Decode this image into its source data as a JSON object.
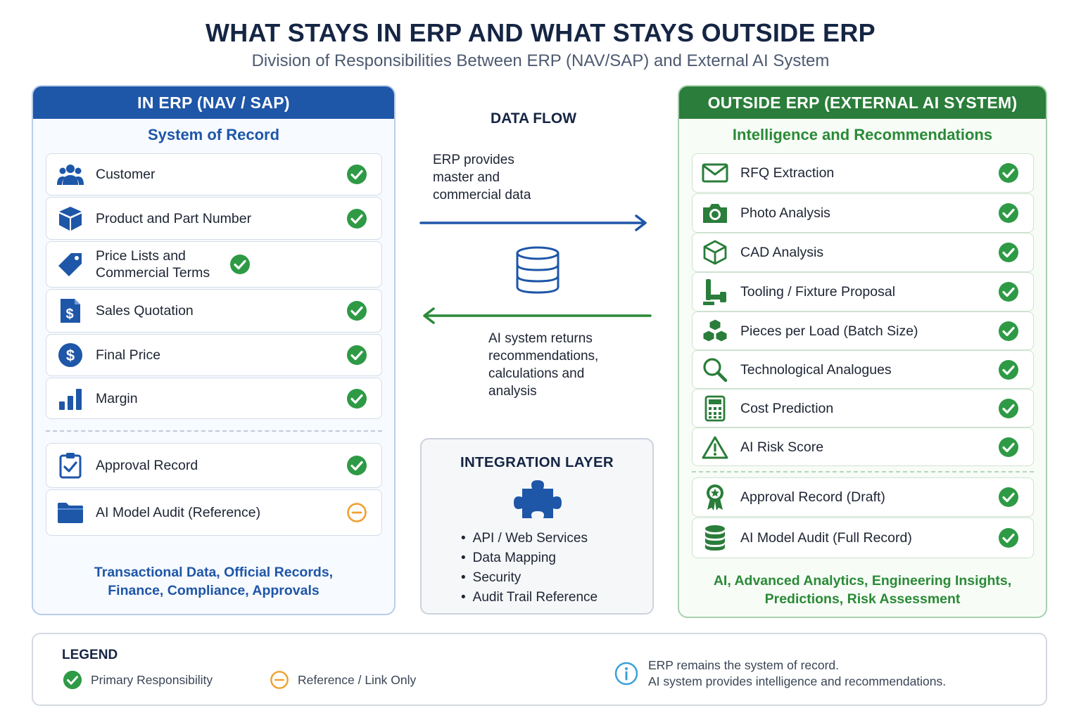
{
  "header": {
    "title": "WHAT STAYS IN ERP AND WHAT STAYS OUTSIDE ERP",
    "subtitle": "Division of Responsibilities Between ERP (NAV/SAP) and External AI System"
  },
  "colors": {
    "erp_blue": "#1e56a8",
    "ai_green": "#2a7d3a",
    "check_green": "#2e9a45",
    "reference_orange": "#f0a030",
    "info_blue": "#3aa0d8"
  },
  "erp_panel": {
    "heading": "IN ERP (NAV / SAP)",
    "subheading": "System of Record",
    "items": [
      {
        "label": "Customer",
        "icon": "users-icon",
        "status": "primary"
      },
      {
        "label": "Product and Part Number",
        "icon": "box-icon",
        "status": "primary"
      },
      {
        "label": "Price Lists and Commercial Terms",
        "icon": "price-tag-icon",
        "status": "primary"
      },
      {
        "label": "Sales Quotation",
        "icon": "dollar-document-icon",
        "status": "primary"
      },
      {
        "label": "Final Price",
        "icon": "dollar-circle-icon",
        "status": "primary"
      },
      {
        "label": "Margin",
        "icon": "bar-chart-icon",
        "status": "primary"
      },
      {
        "label": "Approval Record",
        "icon": "clipboard-check-icon",
        "status": "primary"
      },
      {
        "label": "AI Model Audit (Reference)",
        "icon": "folder-icon",
        "status": "reference"
      }
    ],
    "footer_line1": "Transactional Data, Official Records,",
    "footer_line2": "Finance, Compliance, Approvals"
  },
  "data_flow": {
    "title": "DATA FLOW",
    "to_ai_text_1": "ERP provides",
    "to_ai_text_2": "master and",
    "to_ai_text_3": "commercial data",
    "from_ai_text_1": "AI system returns",
    "from_ai_text_2": "recommendations,",
    "from_ai_text_3": "calculations and",
    "from_ai_text_4": "analysis"
  },
  "integration": {
    "title": "INTEGRATION LAYER",
    "icon": "puzzle-icon",
    "items": [
      "API / Web Services",
      "Data Mapping",
      "Security",
      "Audit Trail Reference"
    ]
  },
  "ai_panel": {
    "heading": "OUTSIDE ERP (EXTERNAL AI SYSTEM)",
    "subheading": "Intelligence and Recommendations",
    "items": [
      {
        "label": "RFQ Extraction",
        "icon": "envelope-icon",
        "status": "primary"
      },
      {
        "label": "Photo Analysis",
        "icon": "camera-icon",
        "status": "primary"
      },
      {
        "label": "CAD Analysis",
        "icon": "cube-icon",
        "status": "primary"
      },
      {
        "label": "Tooling / Fixture Proposal",
        "icon": "tool-icon",
        "status": "primary"
      },
      {
        "label": "Pieces per Load (Batch Size)",
        "icon": "cubes-stack-icon",
        "status": "primary"
      },
      {
        "label": "Technological Analogues",
        "icon": "magnifier-icon",
        "status": "primary"
      },
      {
        "label": "Cost Prediction",
        "icon": "calculator-icon",
        "status": "primary"
      },
      {
        "label": "AI Risk Score",
        "icon": "warning-icon",
        "status": "primary"
      },
      {
        "label": "Approval Record (Draft)",
        "icon": "award-badge-icon",
        "status": "primary"
      },
      {
        "label": "AI Model Audit (Full Record)",
        "icon": "database-icon",
        "status": "primary"
      }
    ],
    "footer_line1": "AI, Advanced Analytics, Engineering Insights,",
    "footer_line2": "Predictions, Risk Assessment"
  },
  "legend": {
    "title": "LEGEND",
    "primary_label": "Primary Responsibility",
    "reference_label": "Reference / Link Only",
    "note_line1": "ERP remains the system of record.",
    "note_line2": "AI system provides intelligence and recommendations."
  }
}
